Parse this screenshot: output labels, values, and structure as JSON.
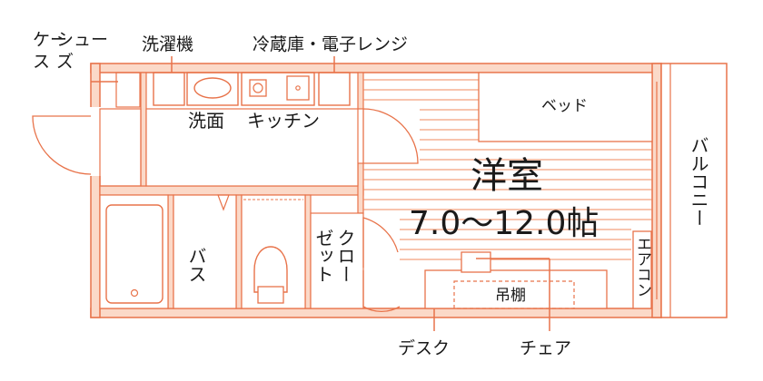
{
  "colors": {
    "wall": "#e8734a",
    "wall_fill": "#fbd9c8",
    "line": "#f08a5d",
    "text": "#1a1a1a"
  },
  "callouts": {
    "shoe_case": [
      "シュー",
      "ズ",
      "ケー",
      "ス"
    ],
    "washing_machine": "洗濯機",
    "fridge_microwave": "冷蔵庫・電子レンジ",
    "desk": "デスク",
    "chair": "チェア"
  },
  "rooms": {
    "washroom": "洗面",
    "kitchen": "キッチン",
    "bed": "ベッド",
    "western_room": "洋室",
    "area": "7.0～12.0帖",
    "bath": "バス",
    "closet_col1": "クロー",
    "closet_col2": "ゼット",
    "balcony": "バルコニー",
    "aircon": "エアコン",
    "shelf": "吊棚"
  }
}
